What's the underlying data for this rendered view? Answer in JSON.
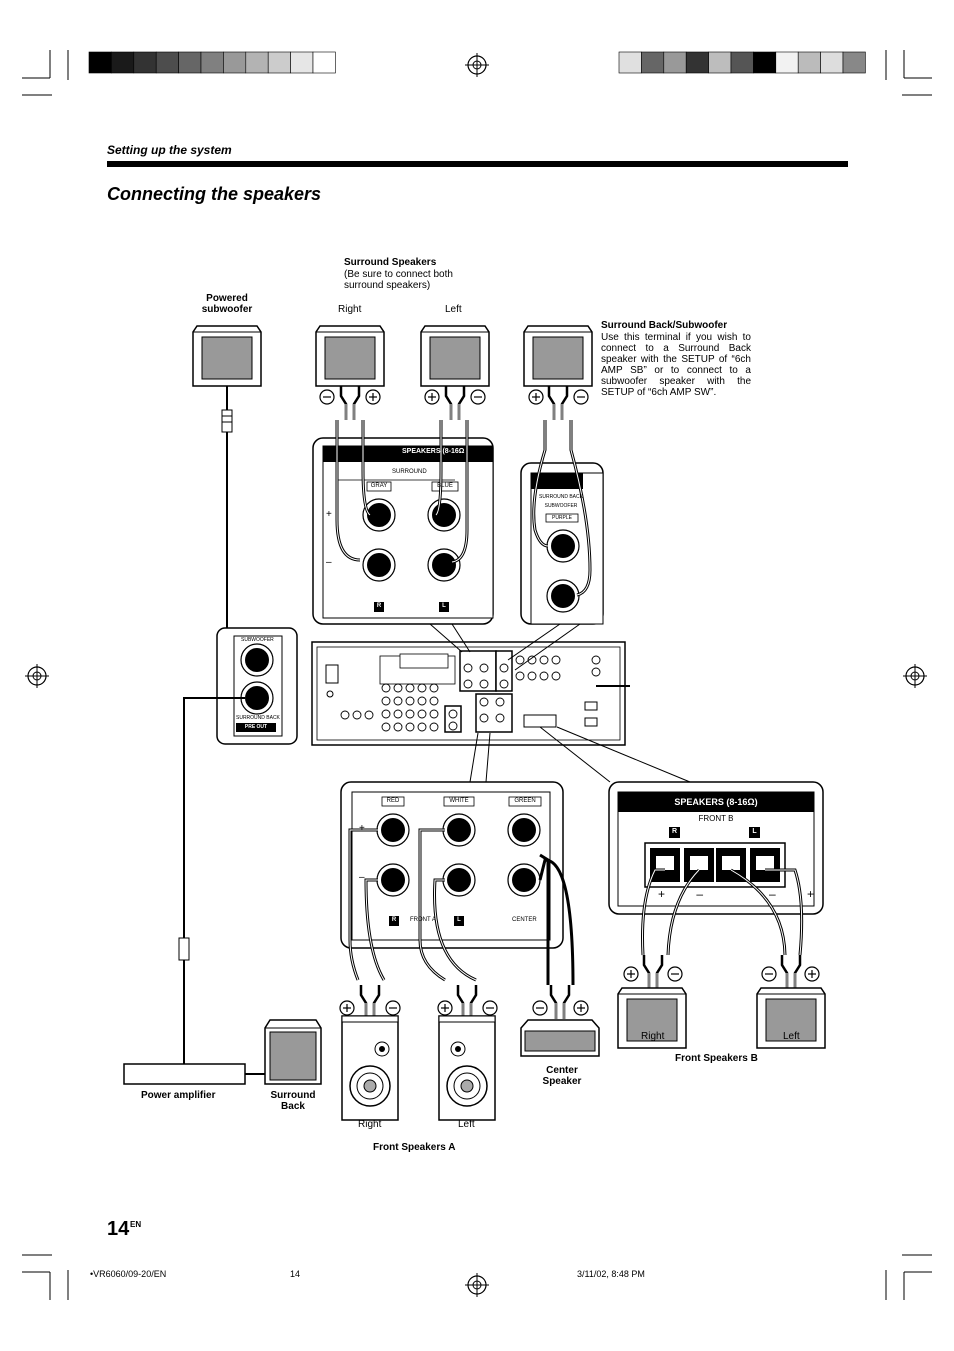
{
  "header": {
    "section": "Setting up the system",
    "title": "Connecting the speakers"
  },
  "colorbar": {
    "left": [
      "#000000",
      "#1a1a1a",
      "#333333",
      "#4d4d4d",
      "#666666",
      "#808080",
      "#999999",
      "#b3b3b3",
      "#cccccc",
      "#e6e6e6",
      "#ffffff"
    ],
    "right": [
      "#e0e0e0",
      "#666666",
      "#999999",
      "#333333",
      "#bdbdbd",
      "#555555",
      "#000000",
      "#f2f2f2",
      "#bbbbbb",
      "#dddddd",
      "#888888"
    ]
  },
  "labels": {
    "powered_subwoofer": "Powered subwoofer",
    "surround_title": "Surround Speakers",
    "surround_note": "(Be sure to connect both surround speakers)",
    "right": "Right",
    "left": "Left",
    "sb_title": "Surround Back/Subwoofer",
    "sb_text": "Use this terminal if you wish to connect to a Surround Back speaker with the SETUP of “6ch AMP SB” or to connect to a subwoofer speaker with the SETUP of “6ch AMP SW”.",
    "speakers_panel": "SPEAKERS (8-16Ω",
    "surround_panel": "SURROUND",
    "gray": "GRAY",
    "blue": "BLUE",
    "plus": "+",
    "minus": "–",
    "r": "R",
    "l": "L",
    "sb_panel_1": "SURROUND BACK",
    "sb_panel_2": "SUBWOOFER",
    "purple": "PURPLE",
    "pre_subwoofer": "SUBWOOFER",
    "pre_surround_back": "SURROUND BACK",
    "pre_out": "PRE OUT",
    "red": "RED",
    "white": "WHITE",
    "green": "GREEN",
    "front_a": "FRONT A",
    "center": "CENTER",
    "speakers_b": "SPEAKERS (8-16Ω)",
    "front_b": "FRONT B",
    "b_signs": "+ –   – +",
    "power_amplifier": "Power amplifier",
    "surround_back": "Surround Back",
    "front_speakers_a": "Front Speakers A",
    "center_speaker": "Center Speaker",
    "front_speakers_b": "Front Speakers B"
  },
  "footer": {
    "page_number": "14",
    "page_lang": "EN",
    "doc_code": "•VR6060/09-20/EN",
    "page": "14",
    "date": "3/11/02, 8:48 PM"
  }
}
